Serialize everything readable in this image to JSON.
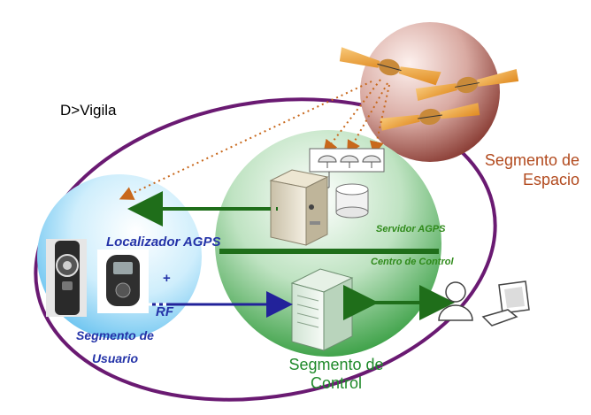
{
  "labels": {
    "system_name": "D>Vigila",
    "space_segment": "Segmento de Espacio",
    "control_segment": "Segmento de Control",
    "user_segment": "Segmento de Usuario",
    "agps_locator": "Localizador AGPS",
    "plus_sign": "+",
    "rf": "RF",
    "agps_server": "Servidor AGPS",
    "control_center": "Centro de Control"
  },
  "colors": {
    "outer_ellipse": "#6a1a72",
    "space_sphere": "#c8908a",
    "control_sphere": "#4fae5a",
    "user_sphere": "#8fd0f2",
    "link_green": "#1f6e1a",
    "link_blue": "#22229a",
    "signal_dotted": "#c8681c",
    "solar_panel": "#f0a040"
  },
  "icons": [
    "satellite-icon",
    "antenna-icon",
    "server-icon",
    "database-icon",
    "user-icon",
    "workstation-icon",
    "wristwatch-icon",
    "handheld-tracker-icon"
  ]
}
